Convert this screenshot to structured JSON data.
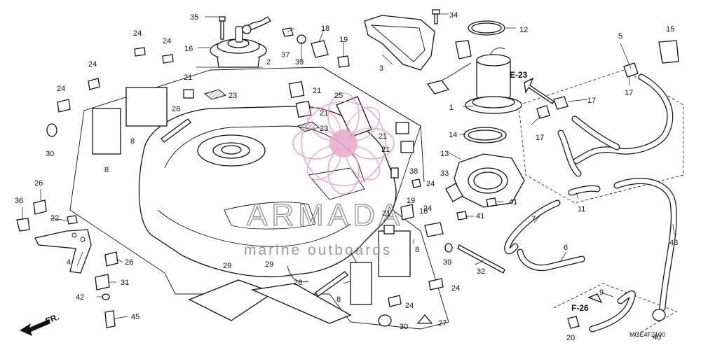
{
  "diagram": {
    "code": "MGE4F2100",
    "direction_label": "FR.",
    "refs": {
      "e23": "E-23",
      "f26": "F-26"
    },
    "watermark": {
      "brand": "ARMADA",
      "tagline": "marine outboards"
    },
    "callouts": [
      "1",
      "2",
      "3",
      "4",
      "5",
      "6",
      "7",
      "8",
      "9",
      "10",
      "11",
      "12",
      "13",
      "14",
      "15",
      "16",
      "17",
      "18",
      "19",
      "20",
      "21",
      "22",
      "23",
      "24",
      "25",
      "26",
      "27",
      "28",
      "29",
      "30",
      "31",
      "32",
      "33",
      "34",
      "35",
      "36",
      "37",
      "38",
      "39",
      "40",
      "41",
      "42",
      "43",
      "45"
    ]
  }
}
